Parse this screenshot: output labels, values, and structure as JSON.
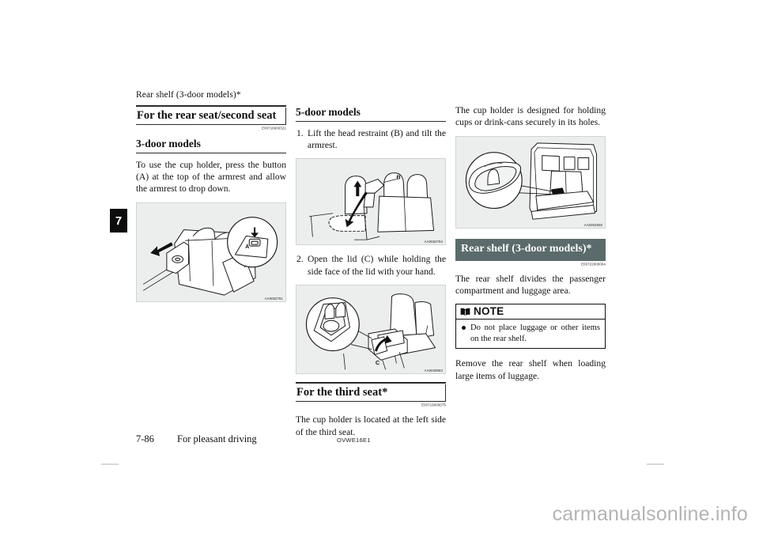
{
  "page": {
    "running_head": "Rear shelf (3-door models)*",
    "chapter_tab": "7",
    "page_number": "7-86",
    "section_name": "For pleasant driving",
    "doc_code": "OVWE16E1",
    "watermark": "carmanualsonline.info",
    "banner_color": "#5b6b6b",
    "figure_bg": "#eceeee"
  },
  "column_left": {
    "section_heading": "For the rear seat/second seat",
    "section_ref": "E00716900321",
    "sub_heading": "3-door models",
    "paragraph": "To use the cup holder, press the button (A) at the top of the armrest and allow the armrest to drop down.",
    "figure": {
      "name": "rear-seat-armrest-cup-holder-illustration",
      "ref": "AA0062781",
      "callout_label": "A"
    }
  },
  "column_middle": {
    "sub_heading": "5-door models",
    "steps": [
      {
        "num": "1.",
        "text": "Lift the head restraint (B) and tilt the armrest."
      },
      {
        "num": "2.",
        "text": "Open the lid (C) while holding the side face of the lid with your hand."
      }
    ],
    "figure_1": {
      "name": "head-restraint-tilt-armrest-illustration",
      "ref": "AA0062794",
      "callout_label": "B"
    },
    "figure_2": {
      "name": "armrest-lid-open-illustration",
      "ref": "AA0028563",
      "callout_label": "C"
    },
    "section_heading": "For the third seat*",
    "section_ref": "E00719000075",
    "paragraph": "The cup holder is located at the left side of the third seat."
  },
  "column_right": {
    "paragraph_top": "The cup holder is designed for holding cups or drink-cans securely in its holes.",
    "figure": {
      "name": "third-seat-cup-holder-illustration",
      "ref": "AA0062808"
    },
    "banner_heading": "Rear shelf (3-door models)*",
    "banner_ref": "E00722800064",
    "paragraph_mid": "The rear shelf divides the passenger compartment and luggage area.",
    "note": {
      "icon": "open-book-icon",
      "label": "NOTE",
      "items": [
        "Do not place luggage or other items on the rear shelf."
      ]
    },
    "paragraph_bottom": "Remove the rear shelf when loading large items of luggage."
  }
}
